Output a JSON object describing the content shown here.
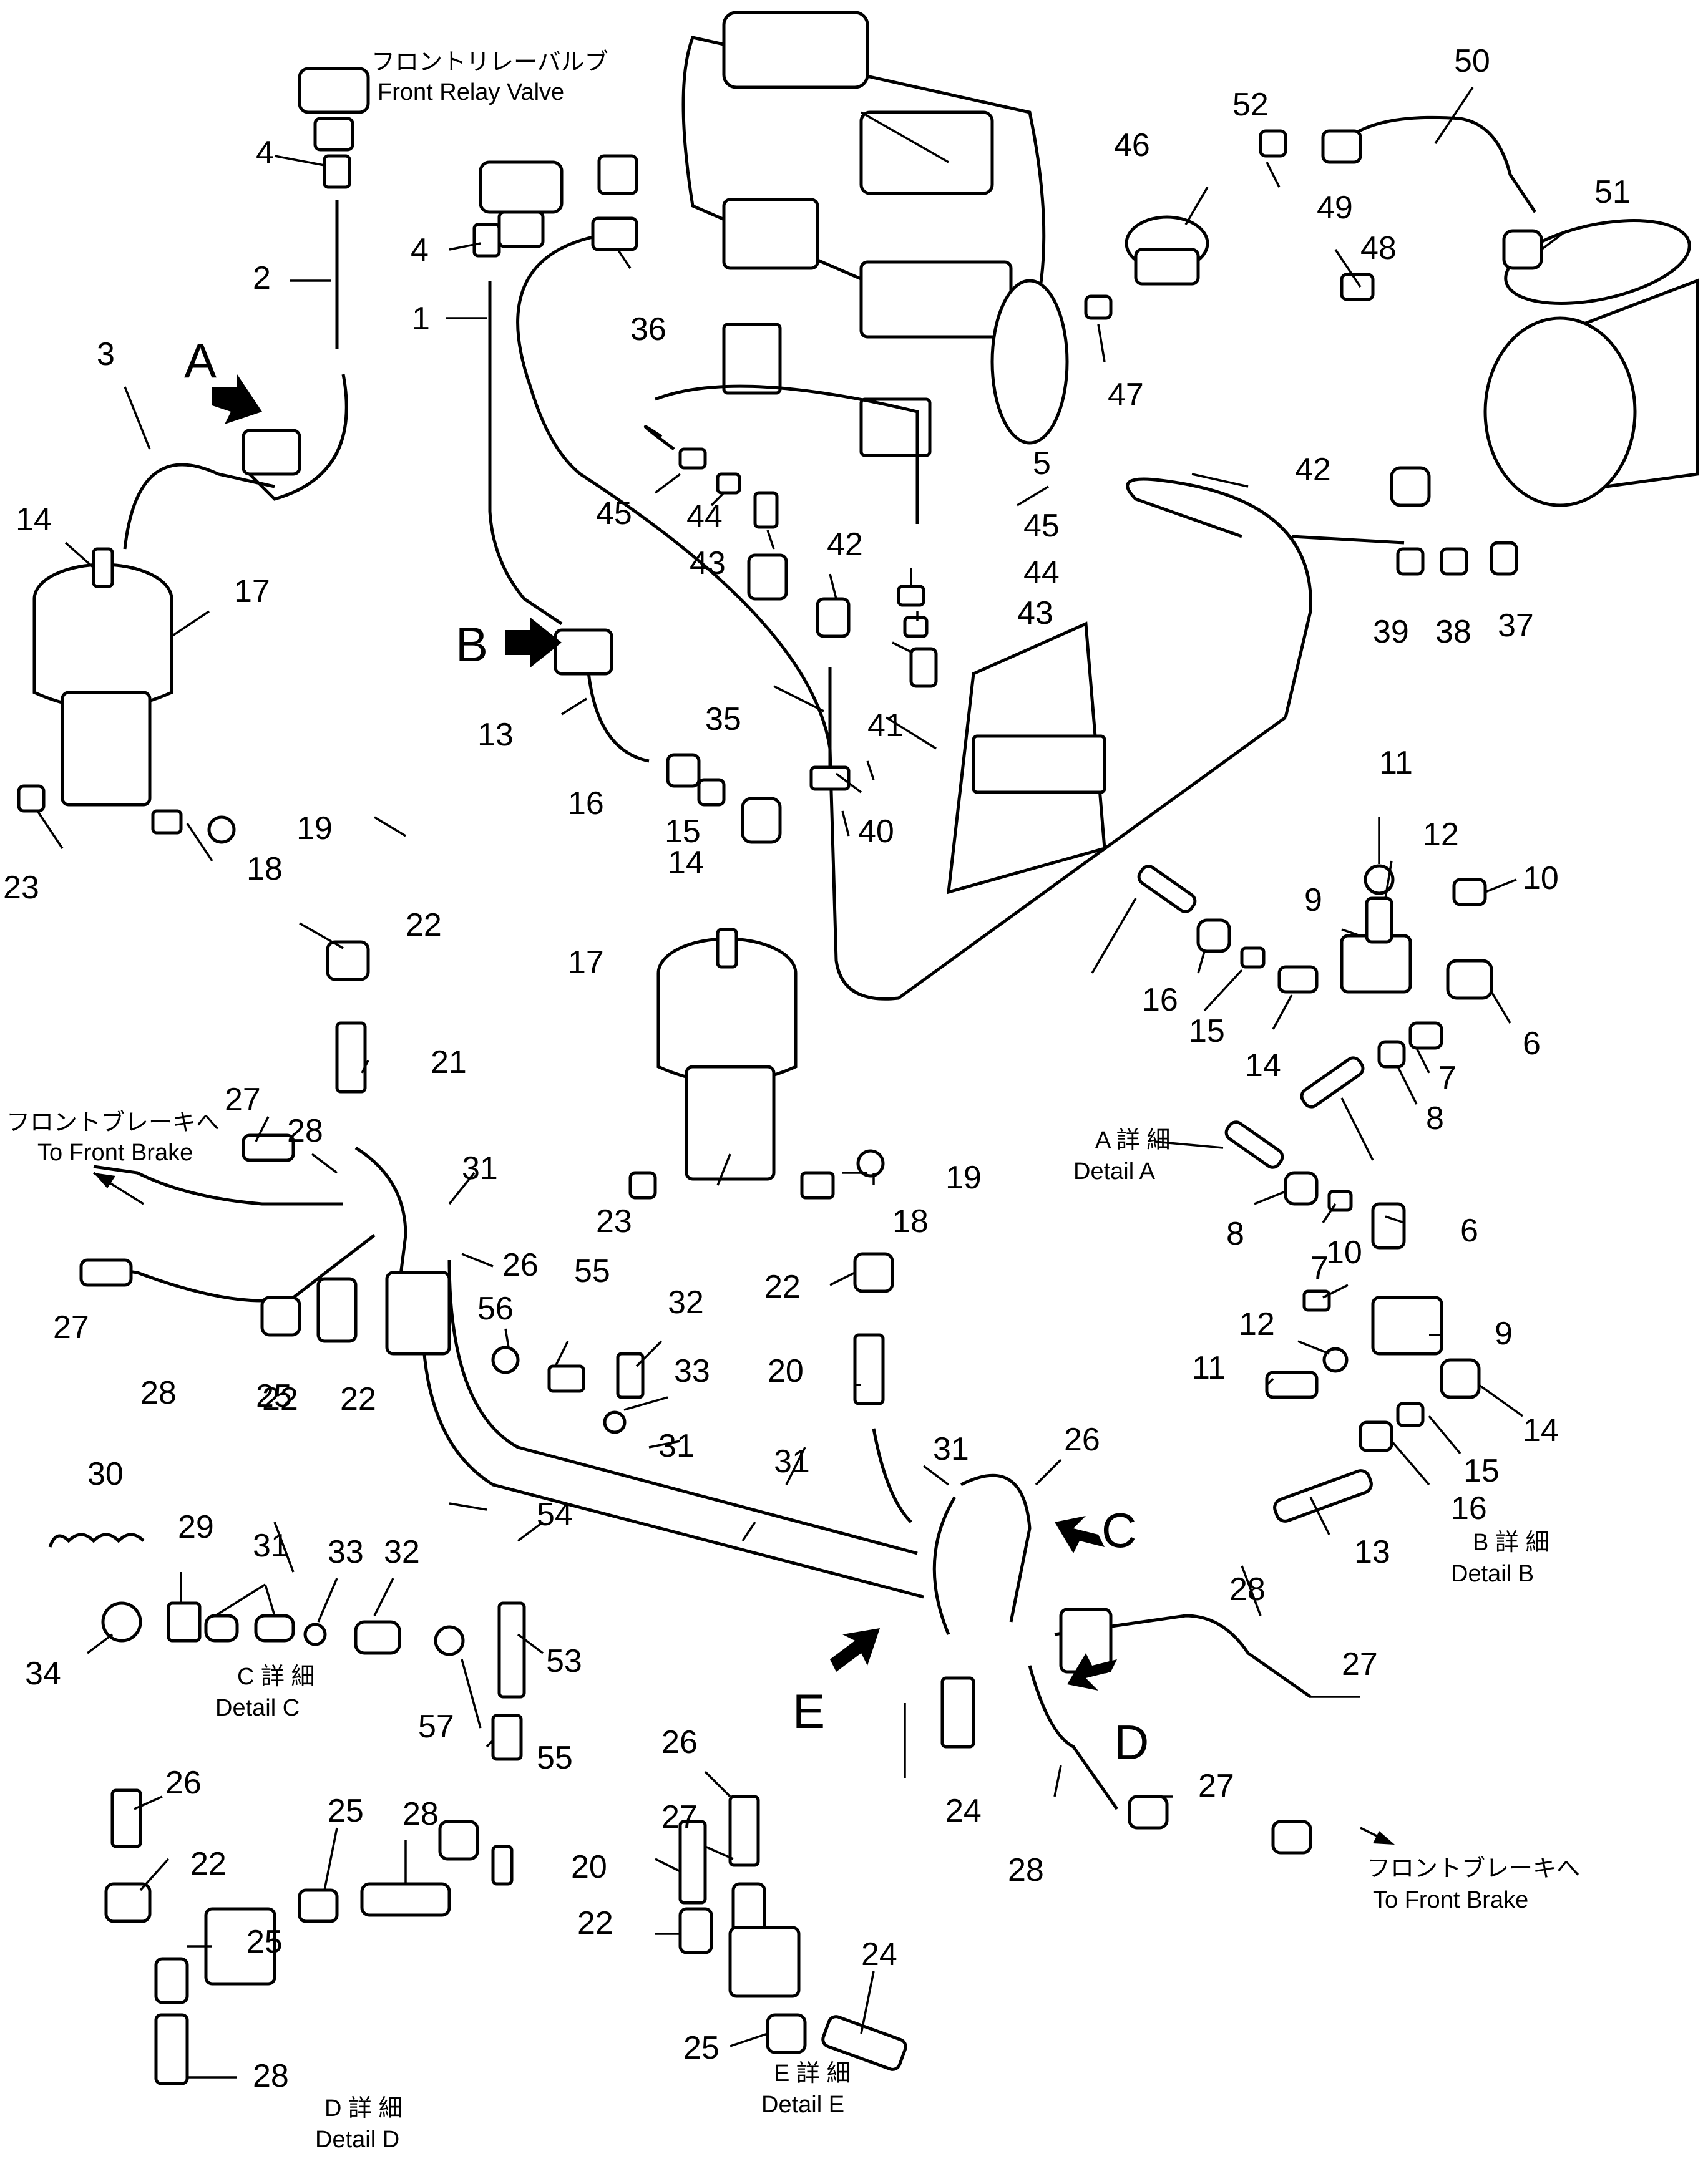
{
  "captions": {
    "front_relay_valve_jp": "フロントリレーバルブ",
    "front_relay_valve_en": "Front Relay Valve",
    "to_front_brake_left_jp": "フロントブレーキへ",
    "to_front_brake_left_en": "To Front Brake",
    "to_front_brake_right_jp": "フロントブレーキへ",
    "to_front_brake_right_en": "To Front Brake"
  },
  "detail_labels": {
    "a_jp": "A 詳 細",
    "a_en": "Detail A",
    "b_jp": "B 詳 細",
    "b_en": "Detail B",
    "c_jp": "C 詳 細",
    "c_en": "Detail C",
    "d_jp": "D 詳 細",
    "d_en": "Detail D",
    "e_jp": "E 詳 細",
    "e_en": "Detail E"
  },
  "letters": {
    "a": "A",
    "b": "B",
    "c": "C",
    "d": "D",
    "e": "E"
  },
  "part_numbers": {
    "n1": "1",
    "n2": "2",
    "n3": "3",
    "n4": "4",
    "n5": "5",
    "n6": "6",
    "n7": "7",
    "n8": "8",
    "n9": "9",
    "n10": "10",
    "n11": "11",
    "n12": "12",
    "n13": "13",
    "n14": "14",
    "n15": "15",
    "n16": "16",
    "n17": "17",
    "n18": "18",
    "n19": "19",
    "n20": "20",
    "n21": "21",
    "n22": "22",
    "n23": "23",
    "n24": "24",
    "n25": "25",
    "n26": "26",
    "n27": "27",
    "n28": "28",
    "n29": "29",
    "n30": "30",
    "n31": "31",
    "n32": "32",
    "n33": "33",
    "n34": "34",
    "n35": "35",
    "n36": "36",
    "n37": "37",
    "n38": "38",
    "n39": "39",
    "n40": "40",
    "n41": "41",
    "n42": "42",
    "n43": "43",
    "n44": "44",
    "n45": "45",
    "n46": "46",
    "n47": "47",
    "n48": "48",
    "n49": "49",
    "n50": "50",
    "n51": "51",
    "n52": "52",
    "n53": "53",
    "n54": "54",
    "n55": "55",
    "n56": "56",
    "n57": "57"
  }
}
